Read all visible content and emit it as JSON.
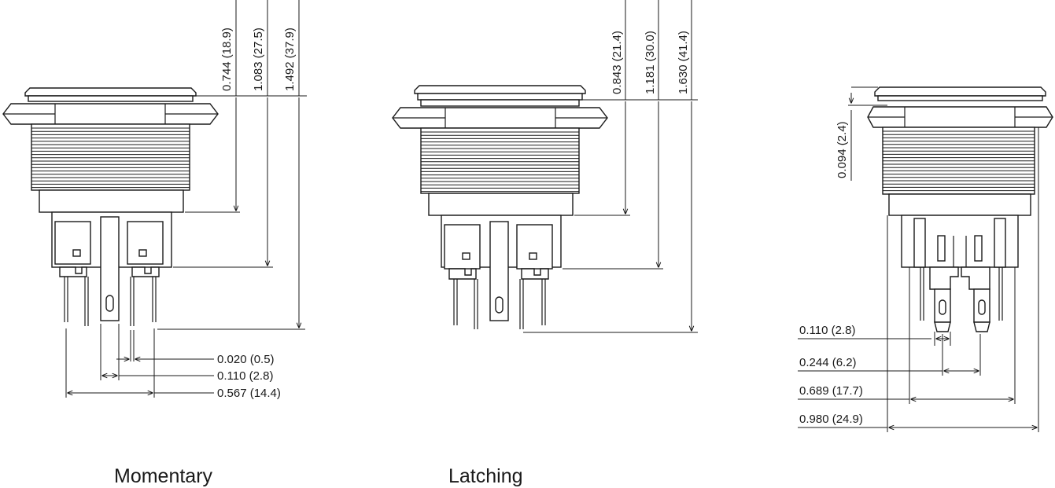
{
  "momentary": {
    "caption": "Momentary",
    "dims": {
      "d1": "0.744 (18.9)",
      "d2": "1.083 (27.5)",
      "d3": "1.492 (37.9)",
      "d4": "0.020 (0.5)",
      "d5": "0.110 (2.8)",
      "d6": "0.567 (14.4)"
    }
  },
  "latching": {
    "caption": "Latching",
    "dims": {
      "d1": "0.843 (21.4)",
      "d2": "1.181 (30.0)",
      "d3": "1.630 (41.4)"
    }
  },
  "side": {
    "dims": {
      "d1": "0.094 (2.4)",
      "d2": "0.110 (2.8)",
      "d3": "0.244 (6.2)",
      "d4": "0.689 (17.7)",
      "d5": "0.980 (24.9)"
    }
  }
}
